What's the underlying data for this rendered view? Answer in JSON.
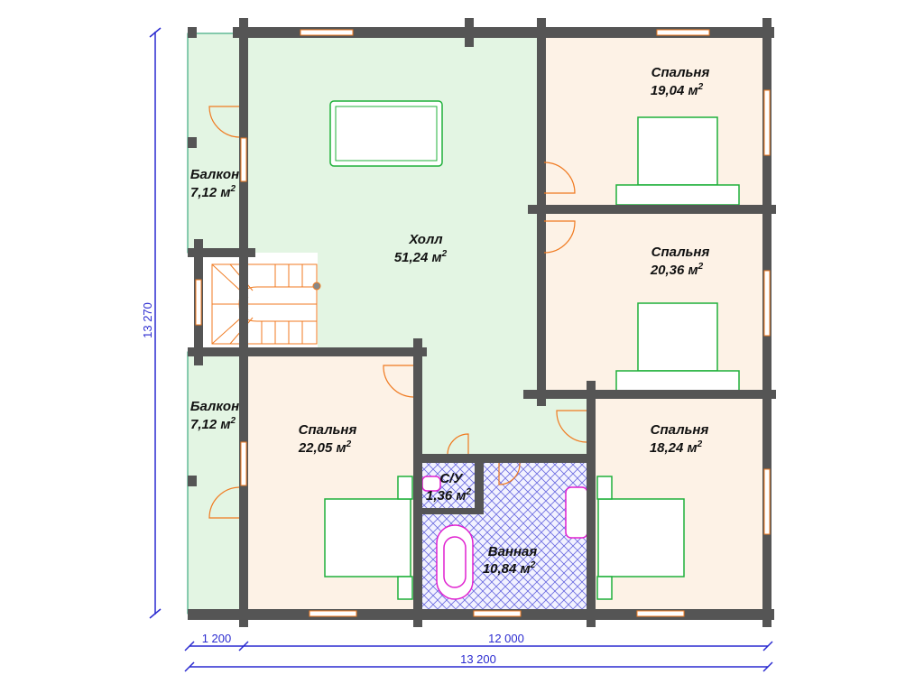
{
  "rooms": {
    "hall": {
      "name": "Холл",
      "area": "51,24 м",
      "sup": "2"
    },
    "balcony_top": {
      "name": "Балкон",
      "area": "7,12 м",
      "sup": "2"
    },
    "balcony_bottom": {
      "name": "Балкон",
      "area": "7,12 м",
      "sup": "2"
    },
    "bedroom_1": {
      "name": "Спальня",
      "area": "19,04 м",
      "sup": "2"
    },
    "bedroom_2": {
      "name": "Спальня",
      "area": "20,36 м",
      "sup": "2"
    },
    "bedroom_3": {
      "name": "Спальня",
      "area": "22,05 м",
      "sup": "2"
    },
    "bedroom_4": {
      "name": "Спальня",
      "area": "18,24 м",
      "sup": "2"
    },
    "wc": {
      "name": "С/У",
      "area": "1,36 м",
      "sup": "2"
    },
    "bathroom": {
      "name": "Ванная",
      "area": "10,84 м",
      "sup": "2"
    }
  },
  "dimensions": {
    "height": "13 270",
    "balcony_width": "1 200",
    "house_width": "12 000",
    "total_width": "13 200"
  },
  "colors": {
    "hall": "#e3f5e3",
    "bedroom": "#fdf2e6",
    "wall": "#555555",
    "dimension": "#2a2ad0"
  }
}
